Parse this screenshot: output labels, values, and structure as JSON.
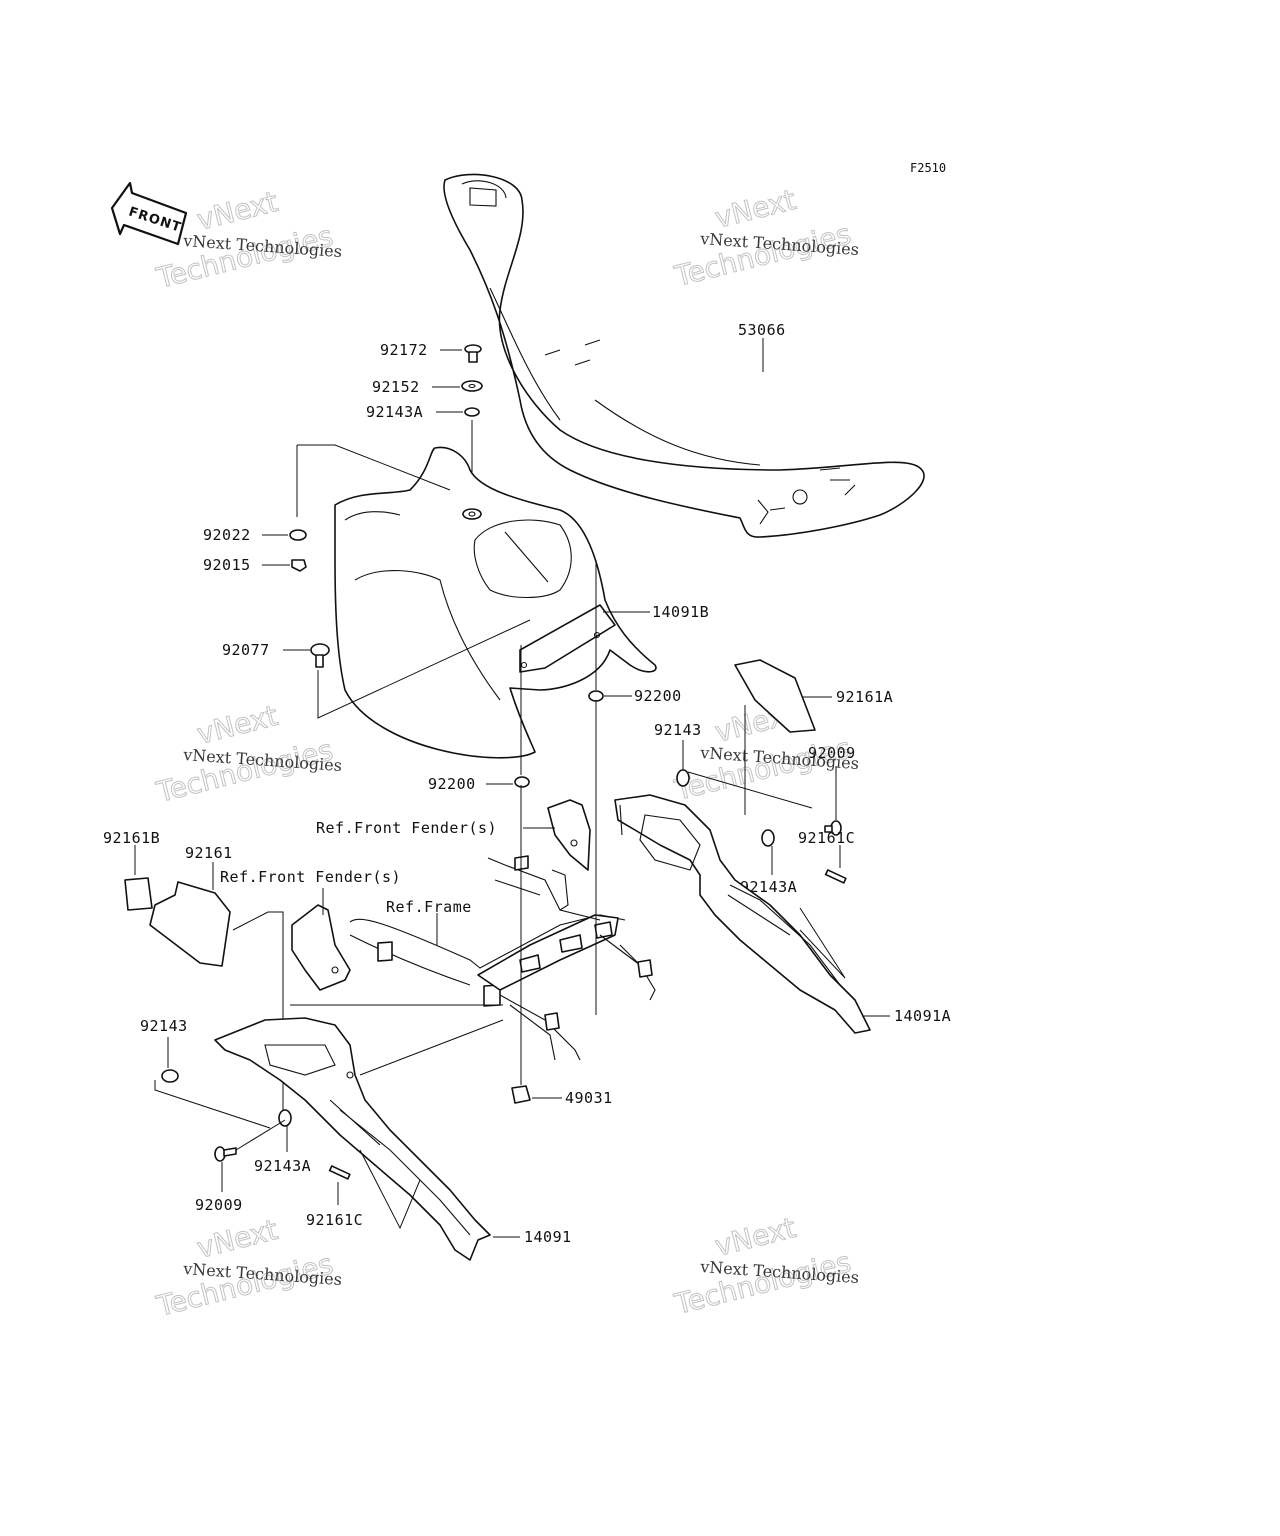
{
  "diagram": {
    "code": "F2510",
    "front_arrow": "FRONT",
    "watermark": {
      "line1": "vNext Technologies",
      "line2": "vNext",
      "line3": "Technologies"
    },
    "labels": {
      "p53066": "53066",
      "p92172": "92172",
      "p92152": "92152",
      "p92143A_top": "92143A",
      "p92022": "92022",
      "p92015": "92015",
      "p14091B": "14091B",
      "p92077": "92077",
      "p92200_a": "92200",
      "p92161A": "92161A",
      "p92143_r": "92143",
      "p92009_r": "92009",
      "p92200_b": "92200",
      "ref_front_fender_1": "Ref.Front Fender(s)",
      "p92161C_r": "92161C",
      "p92161B": "92161B",
      "p92161": "92161",
      "ref_front_fender_2": "Ref.Front Fender(s)",
      "p92143A_r": "92143A",
      "ref_frame": "Ref.Frame",
      "p14091A": "14091A",
      "p92143_l": "92143",
      "p49031": "49031",
      "p92143A_l": "92143A",
      "p92009_l": "92009",
      "p92161C_l": "92161C",
      "p14091": "14091"
    }
  }
}
